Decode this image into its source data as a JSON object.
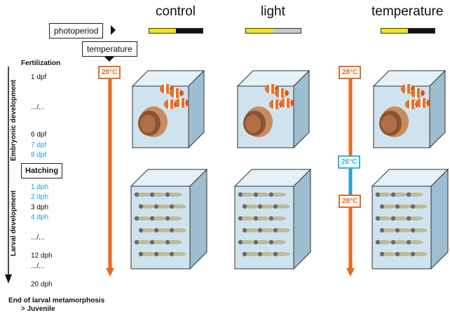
{
  "columns": [
    {
      "id": "control",
      "title": "control",
      "bar": {
        "yellow": 0.5,
        "second_color": "#111111"
      }
    },
    {
      "id": "light",
      "title": "light",
      "bar": {
        "yellow": 0.5,
        "second_color": "#c9c9c9"
      }
    },
    {
      "id": "temperature",
      "title": "temperature",
      "bar": {
        "yellow": 0.5,
        "second_color": "#111111"
      }
    }
  ],
  "factor_labels": {
    "photoperiod": "photoperiod",
    "temperature": "temperature"
  },
  "timeline": {
    "fertilization": "Fertilization",
    "embryonic_label": "Embryonic development",
    "larval_label": "Larval development",
    "hatching": "Hatching",
    "embryo_days": [
      {
        "text": "1 dpf",
        "color": "#111111"
      },
      {
        "text": ".../...",
        "color": "#111111"
      },
      {
        "text": "6 dpf",
        "color": "#111111"
      },
      {
        "text": "7 dpf",
        "color": "#1aa3d6"
      },
      {
        "text": "8 dpf",
        "color": "#1aa3d6"
      }
    ],
    "larval_days": [
      {
        "text": "1 dph",
        "color": "#1aa3d6"
      },
      {
        "text": "2 dph",
        "color": "#1aa3d6"
      },
      {
        "text": "3 dph",
        "color": "#111111"
      },
      {
        "text": "4 dph",
        "color": "#1aa3d6"
      },
      {
        "text": ".../...",
        "color": "#111111"
      },
      {
        "text": "12 dph",
        "color": "#111111"
      },
      {
        "text": ".../...",
        "color": "#111111"
      },
      {
        "text": "20 dph",
        "color": "#111111"
      }
    ],
    "end_line1": "End of larval metamorphosis",
    "end_line2": "> Juvenile"
  },
  "temps": {
    "control_start": "28°C",
    "temp_start": "28°C",
    "temp_drop": "26°C",
    "temp_return": "28°C"
  },
  "colors": {
    "orange": "#e86a1f",
    "blue": "#36b3d6",
    "cube_front": "#cfe3ee",
    "cube_side": "#9dbdd0",
    "cube_top": "#e6f1f7"
  }
}
